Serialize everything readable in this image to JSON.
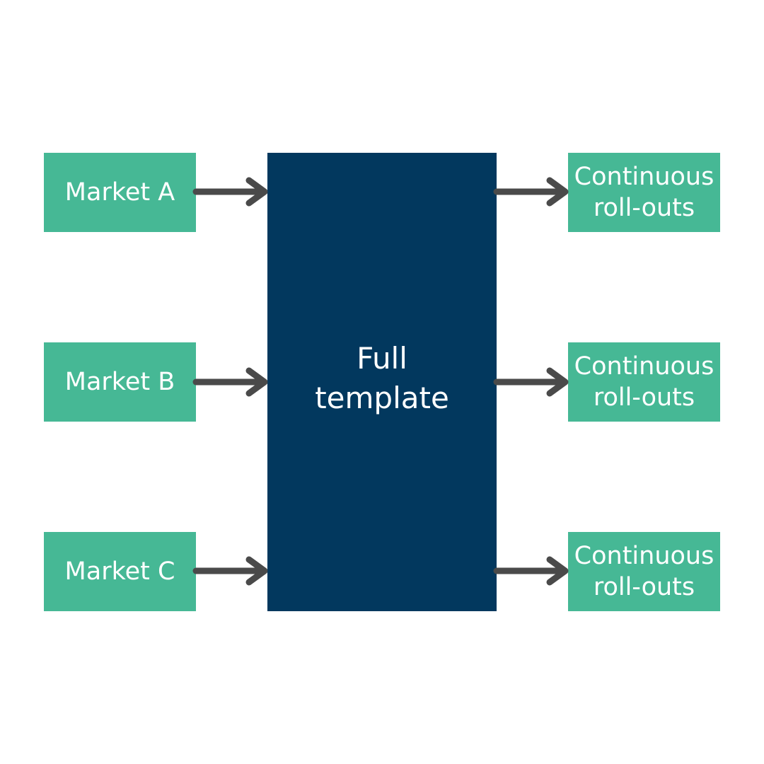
{
  "colors": {
    "market_fill": "#46b895",
    "center_fill": "#02385e",
    "arrow": "#4a4a4a",
    "text": "#ffffff"
  },
  "markets": [
    {
      "label": "Market A"
    },
    {
      "label": "Market B"
    },
    {
      "label": "Market C"
    }
  ],
  "center": {
    "line1": "Full",
    "line2": "template"
  },
  "rollouts": [
    {
      "line1": "Continuous",
      "line2": "roll-outs"
    },
    {
      "line1": "Continuous",
      "line2": "roll-outs"
    },
    {
      "line1": "Continuous",
      "line2": "roll-outs"
    }
  ]
}
